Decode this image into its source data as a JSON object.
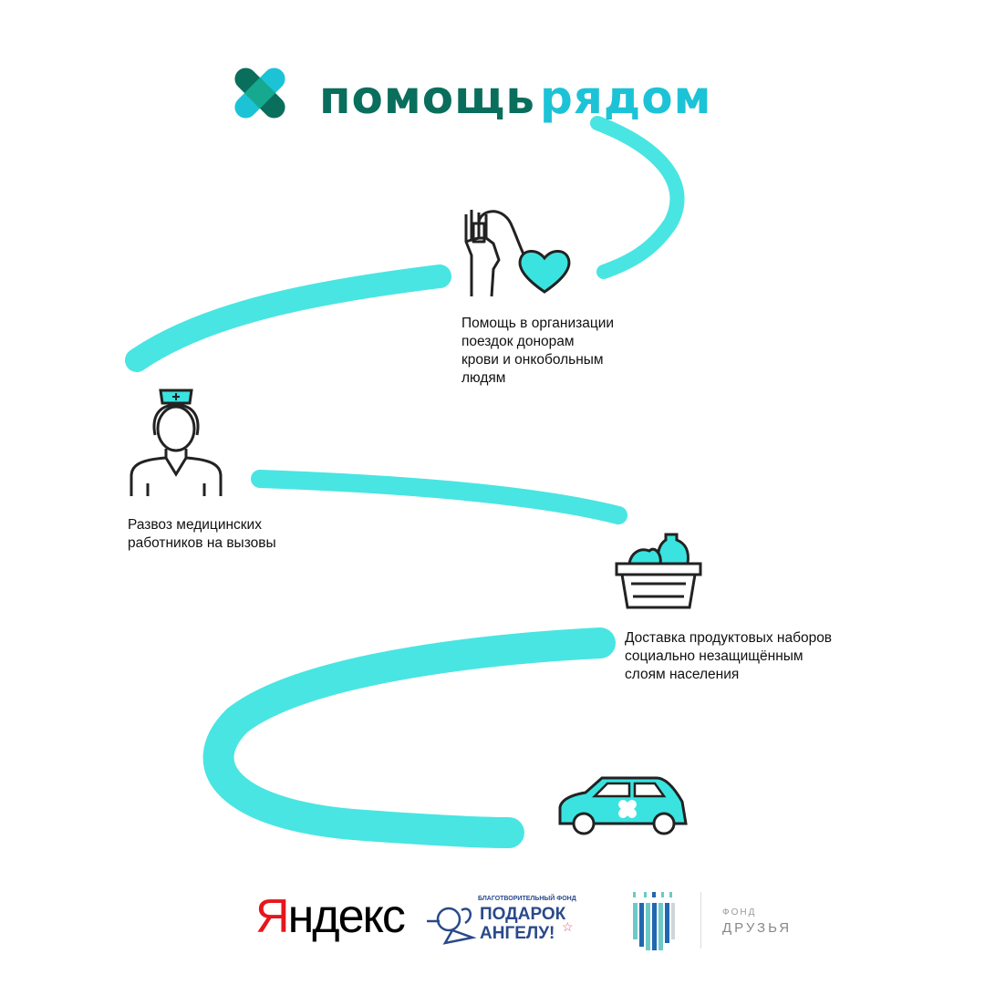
{
  "header": {
    "logo_word1": "помощь",
    "logo_word2": "рядом"
  },
  "services": [
    {
      "icon": "blood-donation-icon",
      "caption_lines": [
        "Помощь в организации",
        "поездок донорам",
        "крови и онкобольным",
        "людям"
      ]
    },
    {
      "icon": "nurse-icon",
      "caption_lines": [
        "Развоз медицинских",
        "работников на вызовы"
      ]
    },
    {
      "icon": "grocery-basket-icon",
      "caption_lines": [
        "Доставка продуктовых наборов",
        "социально незащищённым",
        "слоям населения"
      ]
    },
    {
      "icon": "car-icon"
    }
  ],
  "partners": {
    "yandex": {
      "first": "Я",
      "rest": "ндекс"
    },
    "podarok": {
      "top": "БЛАГОТВОРИТЕЛЬНЫЙ ФОНД",
      "line1": "ПОДАРОК",
      "line2": "АНГЕЛУ!"
    },
    "druzya": {
      "top": "ФОНД",
      "name": "ДРУЗЬЯ"
    }
  },
  "colors": {
    "dark_green": "#0a6e5c",
    "cyan": "#1cc3d6",
    "brush": "#3ae3e0",
    "yandex_red": "#e6161d",
    "podarok_blue": "#2a4a8a"
  }
}
